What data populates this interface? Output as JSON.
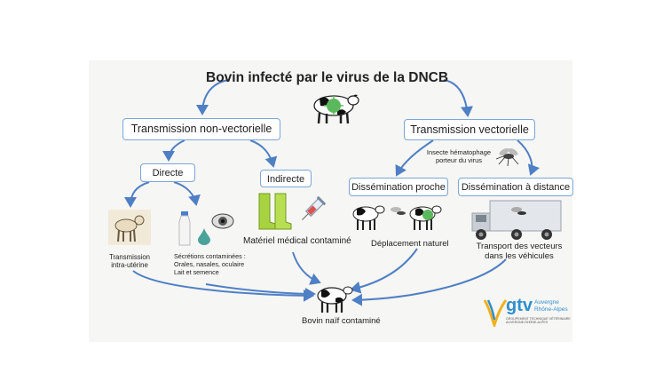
{
  "title": "Bovin infecté par le virus de la DNCB",
  "nodes": {
    "non_vect": "Transmission non-vectorielle",
    "vect": "Transmission vectorielle",
    "directe": "Directe",
    "indirecte": "Indirecte",
    "diss_proche": "Dissémination proche",
    "diss_distance": "Dissémination à distance"
  },
  "labels": {
    "insecte_1": "Insecte hématophage",
    "insecte_2": "porteur du virus",
    "intra_1": "Transmission",
    "intra_2": "intra-utérine",
    "secretions_1": "Sécrétions contaminées :",
    "secretions_2": "Orales, nasales, oculaire",
    "secretions_3": "Lait et semence",
    "materiel": "Matériel médical contaminé",
    "deplacement": "Déplacement naturel",
    "transport_1": "Transport des vecteurs",
    "transport_2": "dans les véhicules",
    "bovin_naif": "Bovin naïf contaminé"
  },
  "logo": {
    "name": "gtv",
    "region_1": "Auvergne",
    "region_2": "Rhône-Alpes",
    "small_1": "GROUPEMENT TECHNIQUE VÉTÉRINAIRE",
    "small_2": "AUVERGNE-RHÔNE-ALPES"
  },
  "colors": {
    "arrow": "#4f7fc4",
    "box_border": "#7aa6d9",
    "virus": "#5cb85c"
  }
}
